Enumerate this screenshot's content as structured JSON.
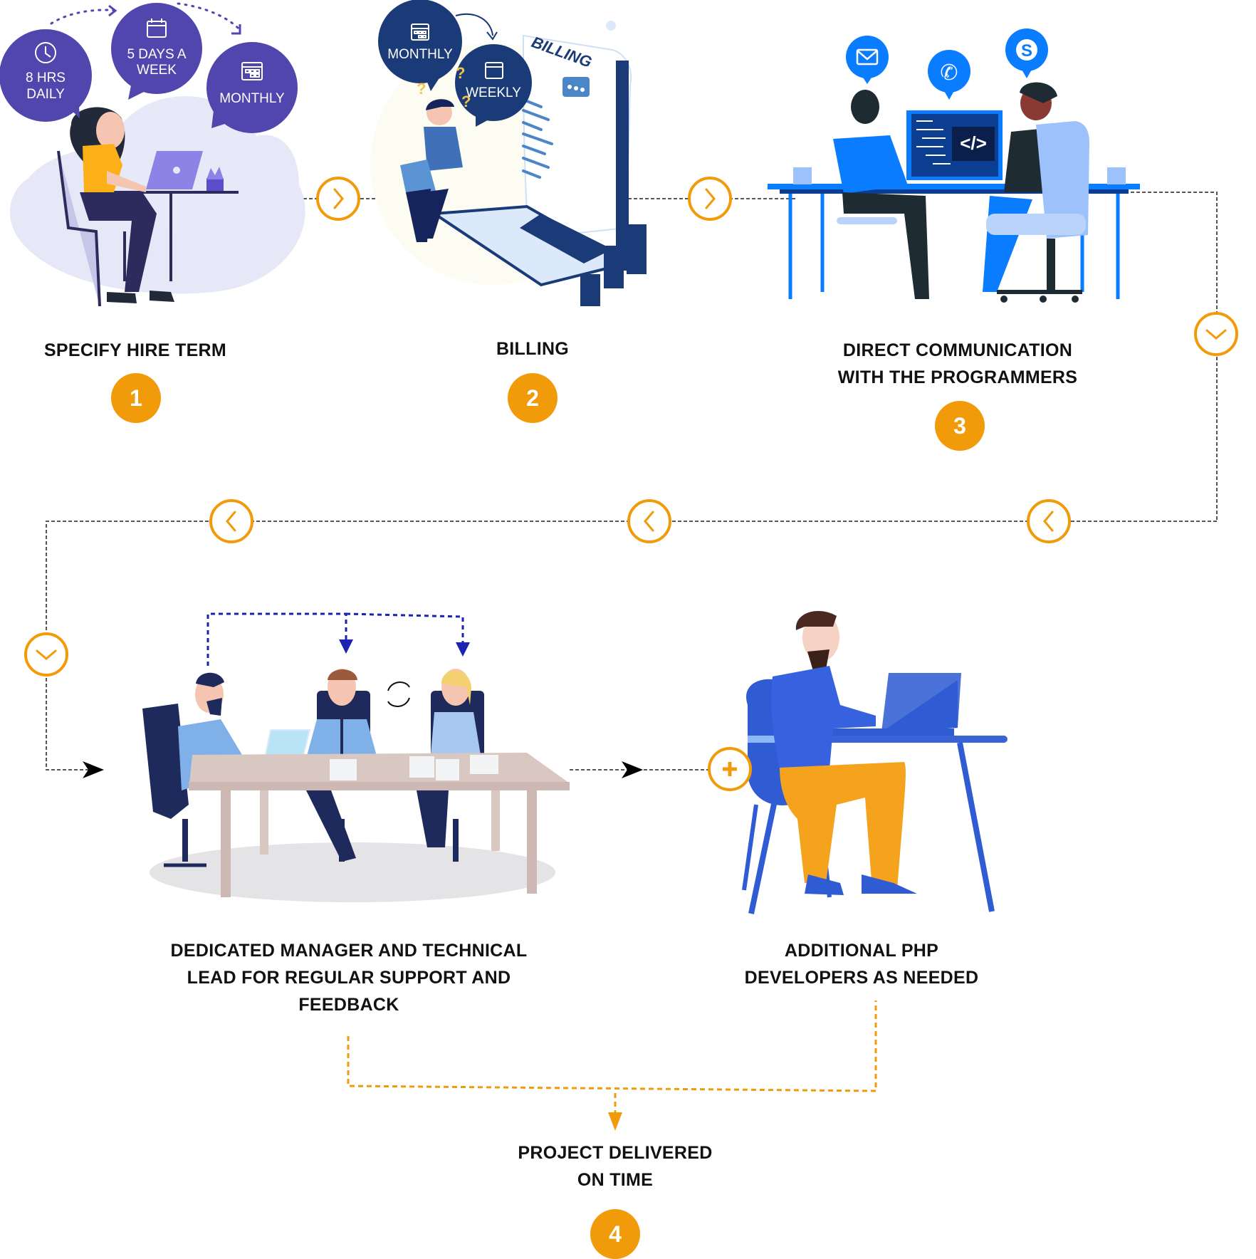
{
  "steps": [
    {
      "number": "1",
      "title": "SPECIFY HIRE TERM"
    },
    {
      "number": "2",
      "title": "BILLING"
    },
    {
      "number": "3",
      "title_line1": "DIRECT COMMUNICATION",
      "title_line2": "WITH THE PROGRAMMERS"
    },
    {
      "title_line1": "DEDICATED MANAGER AND TECHNICAL",
      "title_line2": "LEAD FOR REGULAR SUPPORT AND",
      "title_line3": "FEEDBACK"
    },
    {
      "title_line1": "ADDITIONAL PHP",
      "title_line2": "DEVELOPERS AS NEEDED"
    },
    {
      "number": "4",
      "title_line1": "PROJECT DELIVERED",
      "title_line2": "ON TIME"
    }
  ],
  "hire_term_bubbles": [
    {
      "icon": "clock-icon",
      "line1": "8 HRS",
      "line2": "DAILY"
    },
    {
      "icon": "calendar-icon",
      "line1": "5 DAYS A",
      "line2": "WEEK"
    },
    {
      "icon": "calendar-grid-icon",
      "line1": "MONTHLY"
    }
  ],
  "billing_bubbles": [
    {
      "icon": "calendar-grid-icon",
      "label": "MONTHLY"
    },
    {
      "icon": "calendar-icon",
      "label": "WEEKLY"
    }
  ],
  "billing_document_label": "BILLING",
  "communication_icons": [
    "mail-icon",
    "phone-icon",
    "skype-icon"
  ],
  "code_symbol": "</>",
  "plus_symbol": "+",
  "colors": {
    "accent": "#f29b0a",
    "hire_purple": "#5146ad",
    "billing_navy": "#1b3a78",
    "comm_blue": "#0a7cff",
    "connector": "#555555"
  }
}
